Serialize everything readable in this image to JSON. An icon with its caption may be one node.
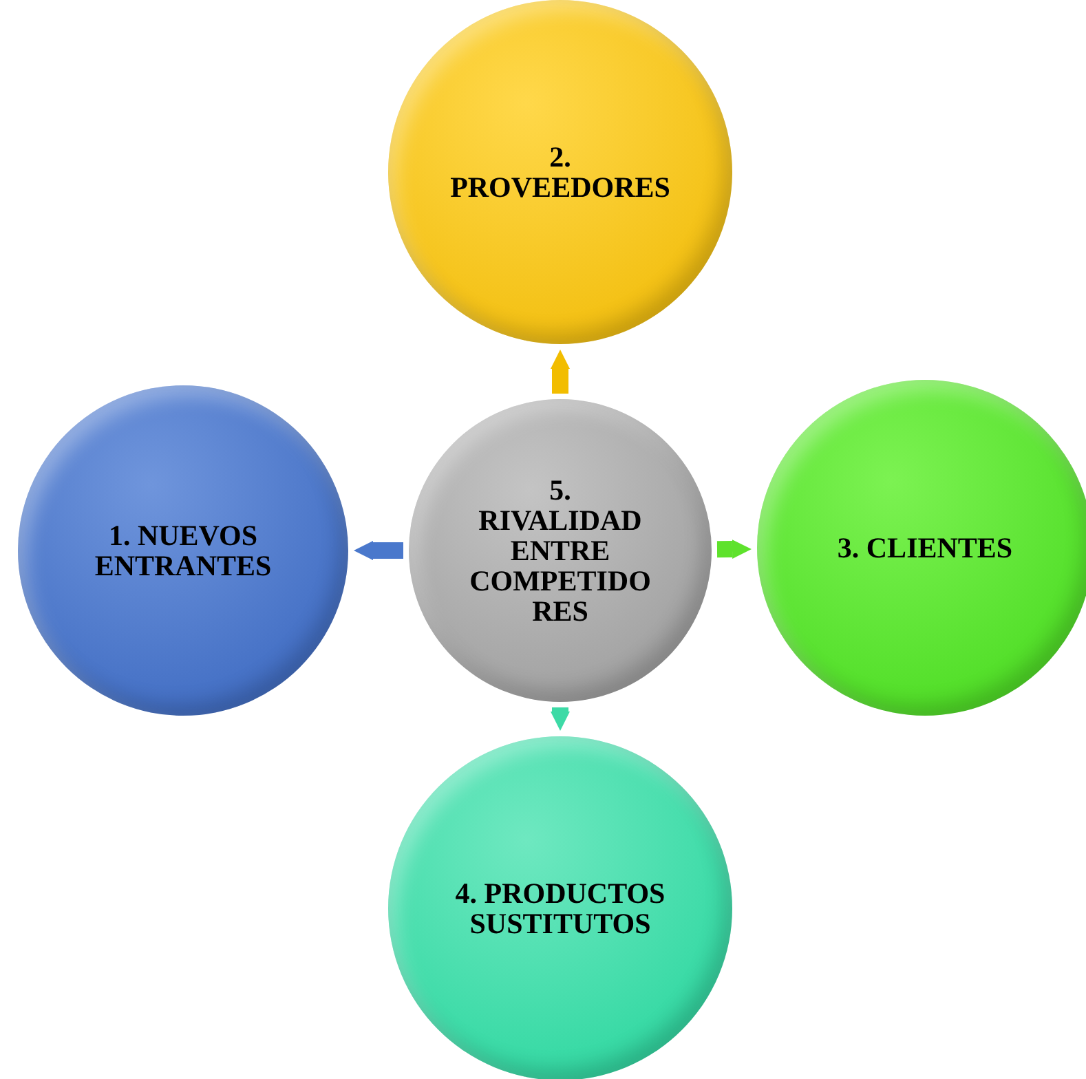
{
  "diagram": {
    "nodes": [
      {
        "text": [
          "1. NUEVOS ENTRANTES"
        ]
      },
      {
        "text": [
          "2. PROVEEDORES"
        ]
      },
      {
        "text": [
          "3. CLIENTES"
        ]
      },
      {
        "text": [
          "4. PRODUCTOS SUSTITUTOS"
        ]
      },
      {
        "text": [
          "5. RIVALIDAD ENTRE COMPETIDORES"
        ]
      }
    ],
    "edges": [
      {
        "from": 4,
        "to": 1,
        "arrow": "to",
        "color": "#f2bd00"
      },
      {
        "from": 4,
        "to": 2,
        "arrow": "to",
        "color": "#5ee22c"
      },
      {
        "from": 4,
        "to": 3,
        "arrow": "to",
        "color": "#3ddaa6"
      },
      {
        "from": 4,
        "to": 0,
        "arrow": "to",
        "color": "#4a78cc"
      }
    ]
  }
}
